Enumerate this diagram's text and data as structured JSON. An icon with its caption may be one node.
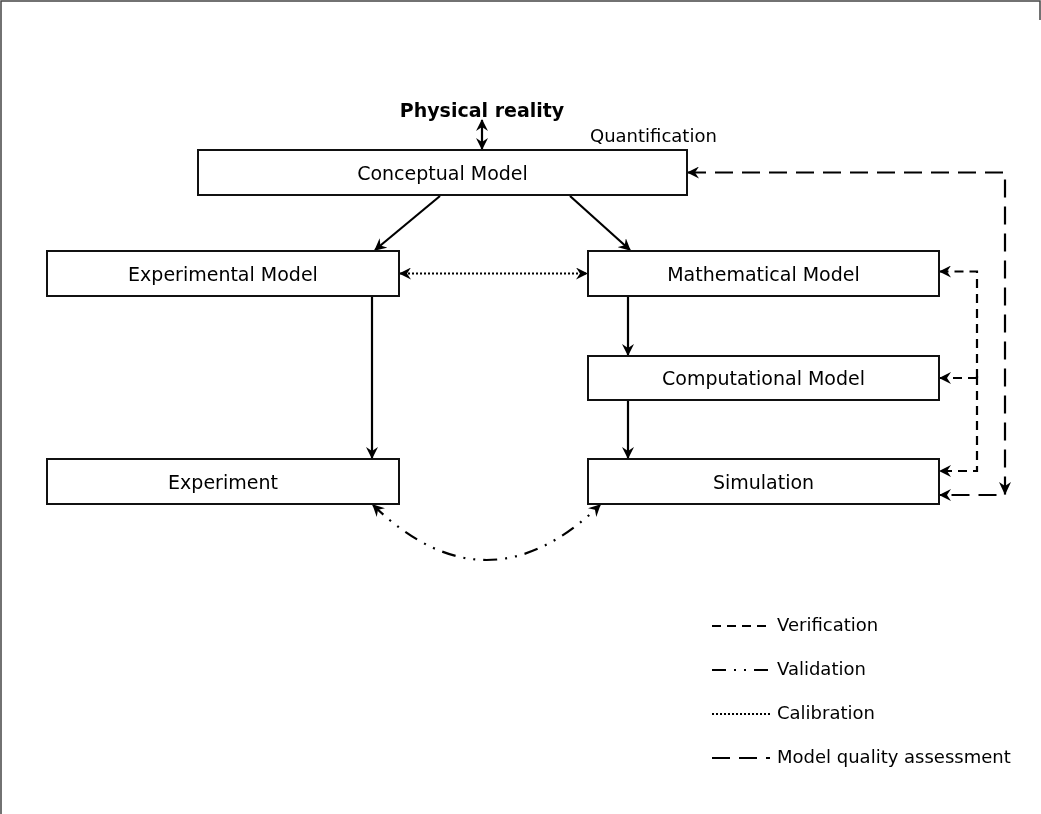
{
  "diagram": {
    "nodes": [
      {
        "text": [
          "Physical reality"
        ]
      },
      {
        "text": [
          "Conceptual Model"
        ]
      },
      {
        "text": [
          "Experimental Model"
        ]
      },
      {
        "text": [
          "Mathematical Model"
        ]
      },
      {
        "text": [
          "Computational Model"
        ]
      },
      {
        "text": [
          "Experiment"
        ]
      },
      {
        "text": [
          "Simulation"
        ]
      }
    ],
    "edges": [
      {
        "from": 0,
        "to": 1,
        "arrow": "both"
      },
      {
        "from": 1,
        "to": 2,
        "arrow": "to"
      },
      {
        "from": 1,
        "to": 3,
        "arrow": "to"
      },
      {
        "from": 2,
        "to": 3,
        "arrow": "both",
        "style": "dashed"
      },
      {
        "from": 2,
        "to": 5,
        "arrow": "to"
      },
      {
        "from": 3,
        "to": 4,
        "arrow": "to"
      },
      {
        "from": 4,
        "to": 6,
        "arrow": "to"
      },
      {
        "from": 5,
        "to": 6,
        "arrow": "both",
        "style": "dashed"
      },
      {
        "from": null,
        "to": 3,
        "arrow": "to",
        "style": "dashed"
      },
      {
        "from": null,
        "to": 4,
        "arrow": "to",
        "style": "dashed"
      },
      {
        "from": null,
        "to": 6,
        "arrow": "to",
        "style": "dashed"
      },
      {
        "from": 1,
        "to": 6,
        "arrow": "both",
        "style": "dashed"
      }
    ],
    "labels": [
      "Quantification"
    ],
    "legend": [
      {
        "text": "Verification"
      },
      {
        "text": "Validation"
      },
      {
        "text": "Calibration"
      },
      {
        "text": "Model quality assessment"
      }
    ]
  }
}
